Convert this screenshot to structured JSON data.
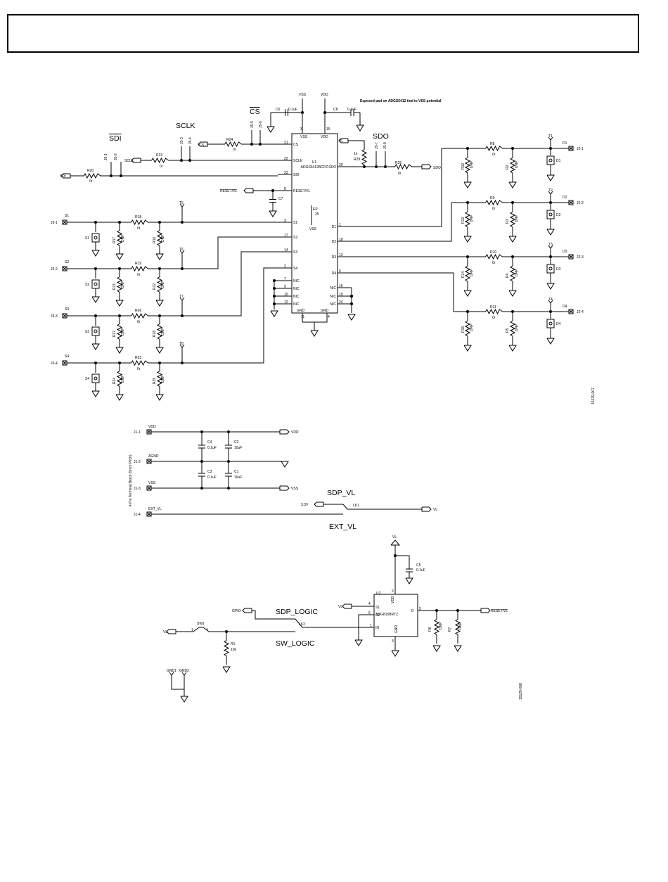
{
  "header": {
    "title": ""
  },
  "fig1": {
    "u1": {
      "ref": "U1",
      "part": "ADGS5412BCPZ",
      "pins_left": [
        "CS",
        "SCLK",
        "SDI",
        "RESET/VL",
        "S1",
        "S2",
        "S3",
        "S4",
        "NIC",
        "NIC",
        "NIC",
        "NIC"
      ],
      "pins_left_num": [
        "21",
        "22",
        "23",
        "8",
        "3",
        "17",
        "14",
        "2",
        "7",
        "9",
        "10",
        "12"
      ],
      "pins_right": [
        "SDO",
        "D1",
        "D2",
        "D3",
        "D4",
        "NIC",
        "NIC",
        "NIC"
      ],
      "pins_right_num": [
        "20",
        "1",
        "18",
        "13",
        "6",
        "16",
        "19",
        "24"
      ],
      "pin_vss": "VSS",
      "pin_vss_num": "3",
      "pin_vdd": "VDD",
      "pin_vdd_num": "15",
      "pin_gnd": "GND",
      "pin_gnd_nums": [
        "11",
        "4"
      ],
      "ep": "EP",
      "ep_num": "25",
      "ep_net": "VSS"
    },
    "note": "Exposed pad on ADGS5412 tied to VSS potential",
    "supply": {
      "vss": "VSS",
      "vdd": "VDD",
      "c6": "C6",
      "c8": "C8",
      "cap": "0.1uF",
      "c7": "C7",
      "reset": "RESET/VL"
    },
    "bus": {
      "sdi": "SDI",
      "sclk": "SCLK",
      "cs": "CS",
      "sdo": "SDO",
      "cs_net": "/CS",
      "vl": "VL",
      "r20": "R20",
      "r23": "R23",
      "r24": "R24",
      "r25": "R25",
      "r29": "R29",
      "r29v": "1k",
      "zero": "0r",
      "sdi_conn": "SDI",
      "sclk_conn": "SCLK",
      "sdo_conn": "SDO",
      "j5": [
        "J5-1",
        "J5-2",
        "J5-3",
        "J5-4",
        "J5-5",
        "J5-6",
        "J5-7",
        "J5-8"
      ]
    },
    "sources": [
      {
        "conn": "J3-1",
        "s": "S1",
        "p": "S1",
        "t": "T5",
        "rl": "R17",
        "rs": "R18",
        "rr": "R16"
      },
      {
        "conn": "J3-2",
        "s": "S2",
        "p": "S2",
        "t": "T6",
        "rl": "R21",
        "rs": "R19",
        "rr": "R22"
      },
      {
        "conn": "J3-3",
        "s": "S3",
        "p": "S3",
        "t": "T7",
        "rl": "R27",
        "rs": "R26",
        "rr": "R28"
      },
      {
        "conn": "J3-4",
        "s": "S4",
        "p": "S4",
        "t": "T8",
        "rl": "R34",
        "rs": "R33",
        "rr": "R35"
      }
    ],
    "drains": [
      {
        "conn": "J2-1",
        "d": "D1",
        "p": "D1",
        "t": "T1",
        "rl": "R12",
        "rs": "R8",
        "rr": "R2"
      },
      {
        "conn": "J2-2",
        "d": "D2",
        "p": "D2",
        "t": "T2",
        "rl": "R13",
        "rs": "R9",
        "rr": "R3"
      },
      {
        "conn": "J2-3",
        "d": "D3",
        "p": "D3",
        "t": "T3",
        "rl": "R14",
        "rs": "R10",
        "rr": "R4"
      },
      {
        "conn": "J2-4",
        "d": "D4",
        "p": "D4",
        "t": "T4",
        "rl": "R15",
        "rs": "R11",
        "rr": "R5"
      }
    ],
    "dnp": "DNP",
    "r0": "0r",
    "figid": "15129-007"
  },
  "fig2": {
    "block": "4 Pin Terminal Block (5mm Pitch)",
    "rows": [
      {
        "conn": "J1-1",
        "net": "VDD",
        "out": "VDD"
      },
      {
        "conn": "J1-2",
        "net": "AGND",
        "out": ""
      },
      {
        "conn": "J1-3",
        "net": "VSS",
        "out": "VSS"
      },
      {
        "conn": "J1-4",
        "net": "EXT_VL",
        "out": ""
      }
    ],
    "caps": {
      "c4": "C4",
      "c2": "C2",
      "c3": "C3",
      "c1": "C1",
      "v01": "0.1uF",
      "v10": "10uF"
    },
    "lk1": {
      "label": "LK1",
      "in": "3.3V",
      "out": "VL",
      "sdp": "SDP_VL",
      "ext": "EXT_VL"
    },
    "u2": {
      "ref": "U2",
      "part": "ADG816BRTZ",
      "s1": "S1",
      "s2": "S2",
      "in": "IN",
      "d": "D",
      "vdd": "VDD",
      "gnd": "GND",
      "n4": "4",
      "n6": "6",
      "n1": "1",
      "n5": "5",
      "n2": "2",
      "n3": "3"
    },
    "vl": "VL",
    "c5": "C5",
    "c5v": "0.1uF",
    "gpio": "GPIO",
    "lk2": "LK2",
    "sdp_logic": "SDP_LOGIC",
    "sw_logic": "SW_LOGIC",
    "sw1": "SW1",
    "sw_n1": "1",
    "sw_n4": "4",
    "vl_in": "VL",
    "r1": "R1",
    "r1v": "10k",
    "r6": "R6",
    "r7": "R7",
    "dnp": "DNP",
    "reset": "RESET/VL",
    "gnd1": "GND1",
    "gnd2": "GND2",
    "figid": "15129-008"
  }
}
